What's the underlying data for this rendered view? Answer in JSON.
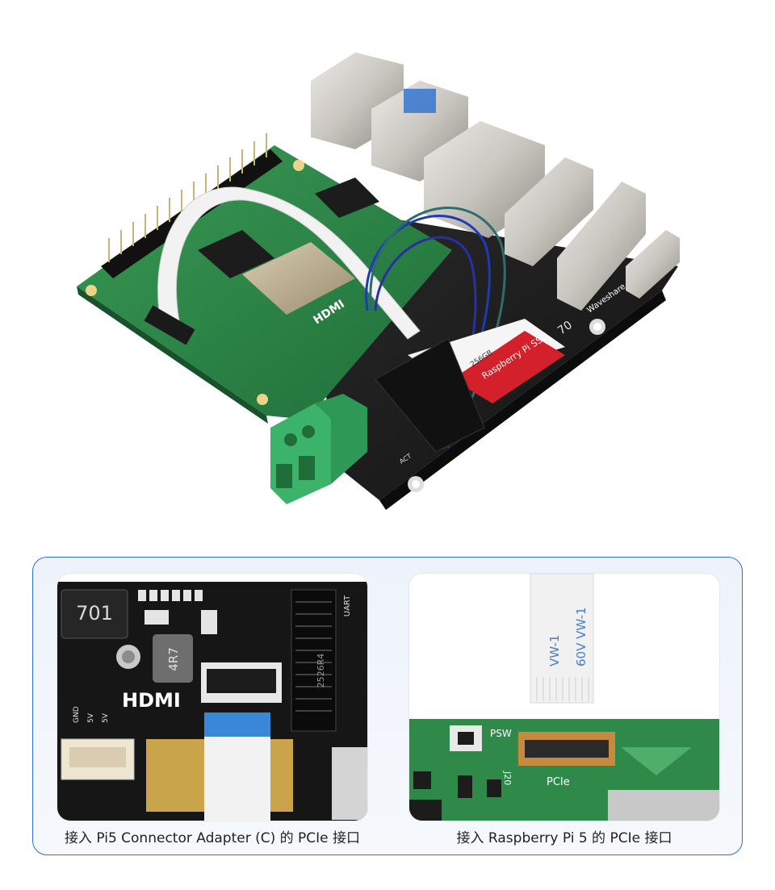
{
  "hero": {
    "board_brand": "Waveshare",
    "ssd_label": "Raspberry Pi SSD",
    "ssd_capacity": "256GB",
    "port_label": "HDMI",
    "footprint_label": "ACT",
    "pwr_label": "HDMI",
    "board_number": "70"
  },
  "detail_left": {
    "inductor_code": "701",
    "inductor2_code": "4R7",
    "hdmi_label": "HDMI",
    "slot_code": "2526R4",
    "uart_label": "UART",
    "pin_labels": [
      "GND",
      "5V",
      "5V"
    ],
    "caption": "接入 Pi5 Connector Adapter (C) 的 PCIe 接口"
  },
  "detail_right": {
    "cable_text_1": "VW-1",
    "cable_text_2": "60V VW-1",
    "psw_label": "PSW",
    "j20_label": "J20",
    "pcie_label": "PCIe",
    "caption": "接入 Raspberry Pi 5 的 PCIe 接口"
  },
  "colors": {
    "panel_border": "#2f6fd8",
    "pcb_green": "#2f8a4a",
    "pcb_black": "#1b1b1b",
    "terminal_green": "#3bb36a",
    "ssd_red": "#d4202a"
  }
}
